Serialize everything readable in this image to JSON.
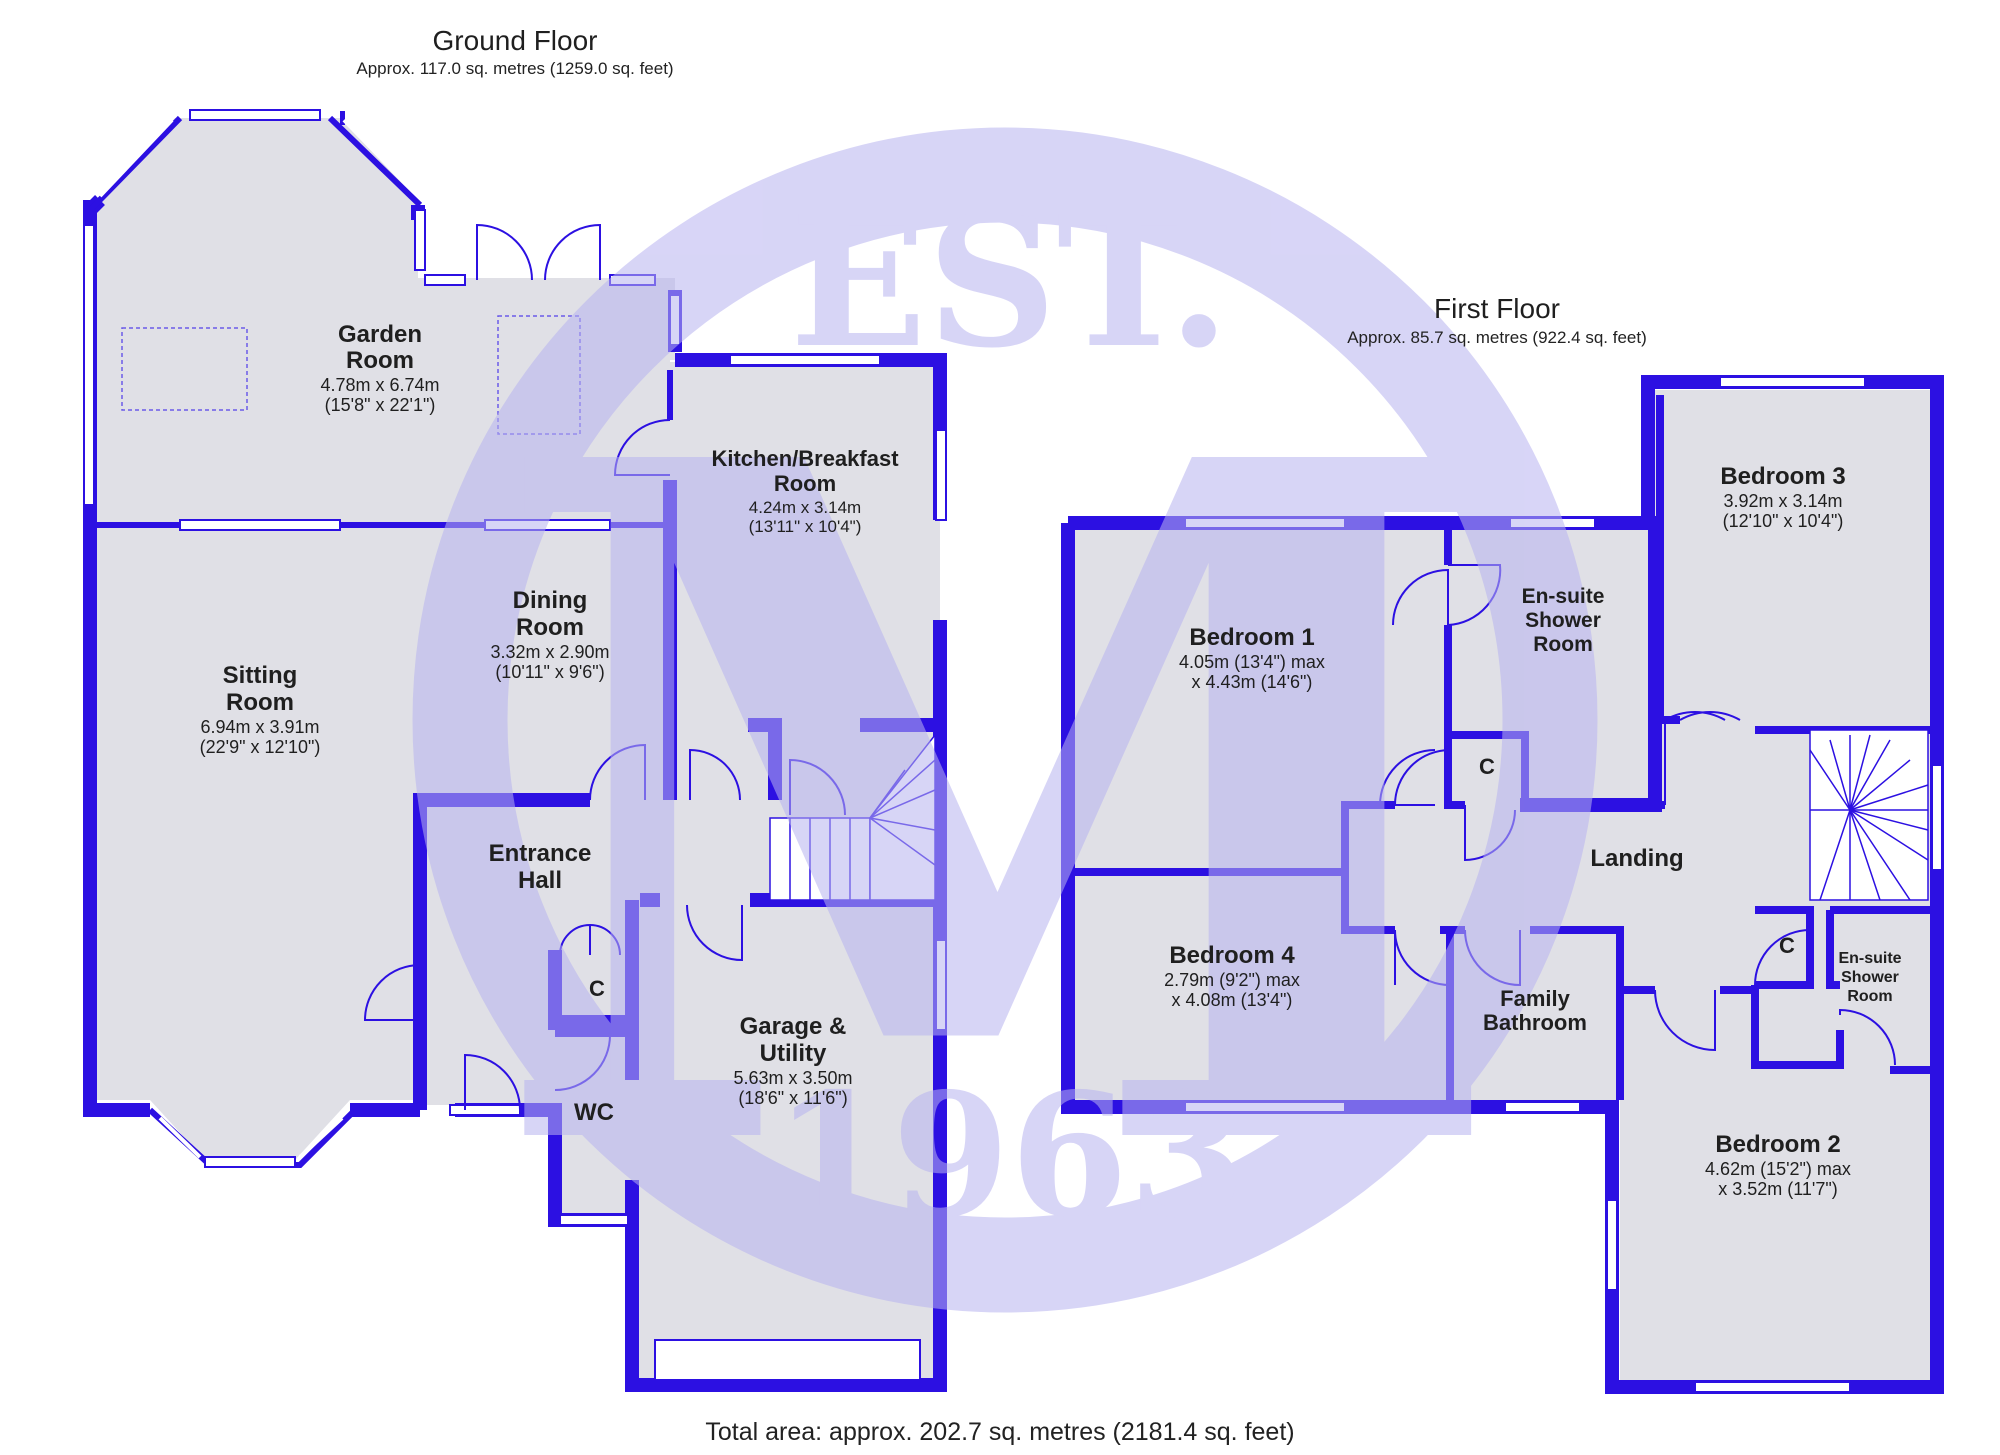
{
  "colors": {
    "wall": "#2c10e2",
    "floor_fill": "#e0e0e6",
    "watermark": "#b8b3f0",
    "text": "#1f1f1f"
  },
  "watermark": {
    "logo_letter": "M",
    "est": "EST.",
    "year": "1963"
  },
  "ground_floor": {
    "title": "Ground Floor",
    "area": "Approx. 117.0 sq. metres (1259.0 sq. feet)",
    "rooms": {
      "garden_room": {
        "name_1": "Garden",
        "name_2": "Room",
        "dim_1": "4.78m x 6.74m",
        "dim_2": "(15'8\" x 22'1\")"
      },
      "kitchen": {
        "name_1": "Kitchen/Breakfast",
        "name_2": "Room",
        "dim_1": "4.24m x 3.14m",
        "dim_2": "(13'11\" x 10'4\")"
      },
      "sitting_room": {
        "name_1": "Sitting",
        "name_2": "Room",
        "dim_1": "6.94m x 3.91m",
        "dim_2": "(22'9\" x 12'10\")"
      },
      "dining_room": {
        "name_1": "Dining",
        "name_2": "Room",
        "dim_1": "3.32m x 2.90m",
        "dim_2": "(10'11\" x 9'6\")"
      },
      "entrance_hall": {
        "name_1": "Entrance",
        "name_2": "Hall"
      },
      "cupboard": {
        "name": "C"
      },
      "wc": {
        "name": "WC"
      },
      "garage": {
        "name_1": "Garage &",
        "name_2": "Utility",
        "dim_1": "5.63m x 3.50m",
        "dim_2": "(18'6\" x 11'6\")"
      }
    }
  },
  "first_floor": {
    "title": "First Floor",
    "area": "Approx. 85.7 sq. metres (922.4 sq. feet)",
    "rooms": {
      "bedroom_1": {
        "name": "Bedroom 1",
        "dim_1": "4.05m (13'4\") max",
        "dim_2": "x 4.43m (14'6\")"
      },
      "ensuite_1": {
        "name_1": "En-suite",
        "name_2": "Shower",
        "name_3": "Room"
      },
      "bedroom_3": {
        "name": "Bedroom 3",
        "dim_1": "3.92m x 3.14m",
        "dim_2": "(12'10\" x 10'4\")"
      },
      "cupboard_1": {
        "name": "C"
      },
      "landing": {
        "name": "Landing"
      },
      "bedroom_4": {
        "name": "Bedroom 4",
        "dim_1": "2.79m (9'2\") max",
        "dim_2": "x 4.08m (13'4\")"
      },
      "family_bathroom": {
        "name_1": "Family",
        "name_2": "Bathroom"
      },
      "cupboard_2": {
        "name": "C"
      },
      "ensuite_2": {
        "name_1": "En-suite",
        "name_2": "Shower",
        "name_3": "Room"
      },
      "bedroom_2": {
        "name": "Bedroom 2",
        "dim_1": "4.62m (15'2\") max",
        "dim_2": "x 3.52m (11'7\")"
      }
    }
  },
  "total_area": "Total area: approx. 202.7 sq. metres (2181.4 sq. feet)"
}
